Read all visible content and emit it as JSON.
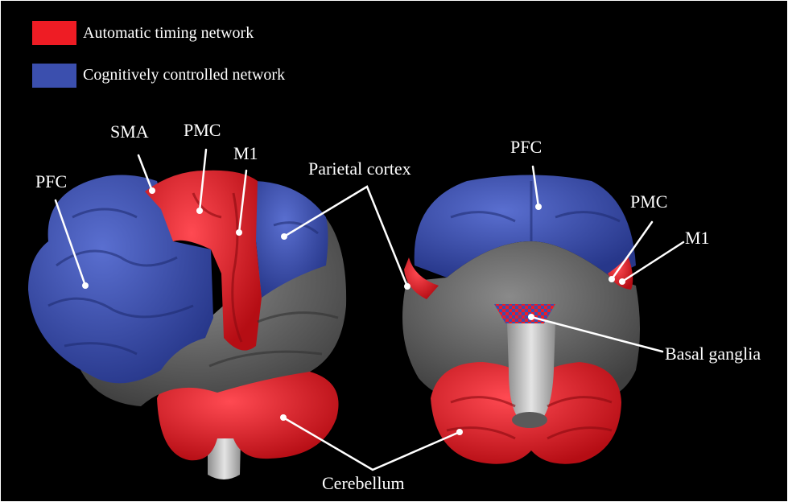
{
  "legend": [
    {
      "label": "Automatic timing network",
      "color": "#ee1c24"
    },
    {
      "label": "Cognitively controlled network",
      "color": "#3b4fae"
    }
  ],
  "labels": {
    "sma": "SMA",
    "pmc_left": "PMC",
    "m1_left": "M1",
    "pfc_left": "PFC",
    "parietal": "Parietal cortex",
    "pfc_right": "PFC",
    "pmc_right": "PMC",
    "m1_right": "M1",
    "basal_ganglia": "Basal ganglia",
    "cerebellum": "Cerebellum"
  },
  "colors": {
    "background": "#000000",
    "automatic": "#ee1c24",
    "cognitive": "#3b4fae",
    "neutral": "#6e6e6e",
    "brainstem": "#c8c8c8"
  }
}
